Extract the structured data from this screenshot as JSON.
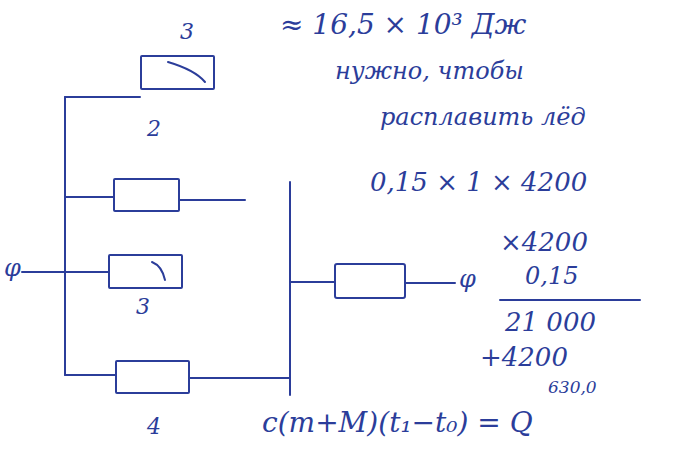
{
  "diagram": {
    "nodes": [
      {
        "text": [
          "3"
        ]
      },
      {
        "text": [
          "2"
        ]
      },
      {
        "text": [
          "3"
        ]
      },
      {
        "text": [
          "4"
        ]
      }
    ],
    "labels": [
      "≈ 16,5 × 10³ Дж",
      "нужно, чтобы",
      "расплавить лёд",
      "0,15 × 1 × 4200",
      "×4200",
      "0,15",
      "21 000",
      "+4200",
      "630,0",
      "c(m+M)(t₁−t₀) = Q",
      "φ",
      "φ"
    ]
  }
}
